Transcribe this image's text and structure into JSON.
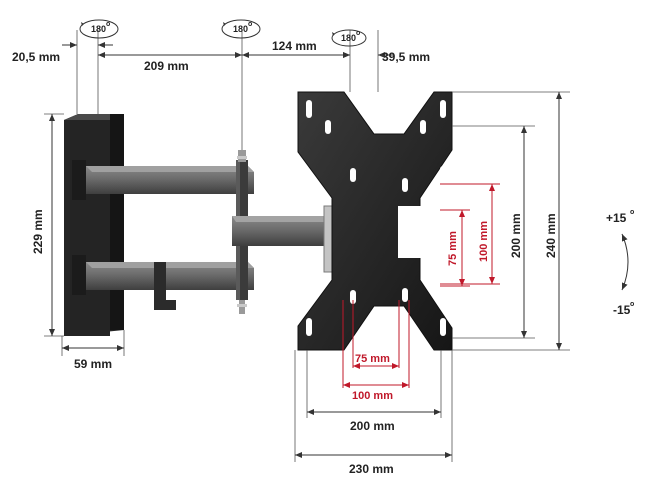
{
  "rotation": {
    "r1": "180",
    "r2": "180",
    "r3": "180",
    "degree_symbol": "o"
  },
  "dimensions": {
    "offset_left": "20,5 mm",
    "arm_one": "209 mm",
    "arm_two": "124 mm",
    "offset_right": "39,5 mm",
    "wall_plate_height": "229 mm",
    "wall_plate_depth": "59 mm",
    "plate_height_200": "200 mm",
    "plate_height_240": "240 mm",
    "plate_width_200": "200 mm",
    "plate_width_230": "230 mm"
  },
  "vesa": {
    "h75": "75 mm",
    "h100": "100 mm",
    "v75": "75 mm",
    "v100": "100 mm"
  },
  "tilt": {
    "up": "+15",
    "down": "-15",
    "degree_symbol": "o"
  },
  "colors": {
    "dim_line": "#333333",
    "vesa_red": "#c0182a",
    "metal_dark": "#2a2a2a",
    "arm_grey": "#6f6f6f"
  }
}
